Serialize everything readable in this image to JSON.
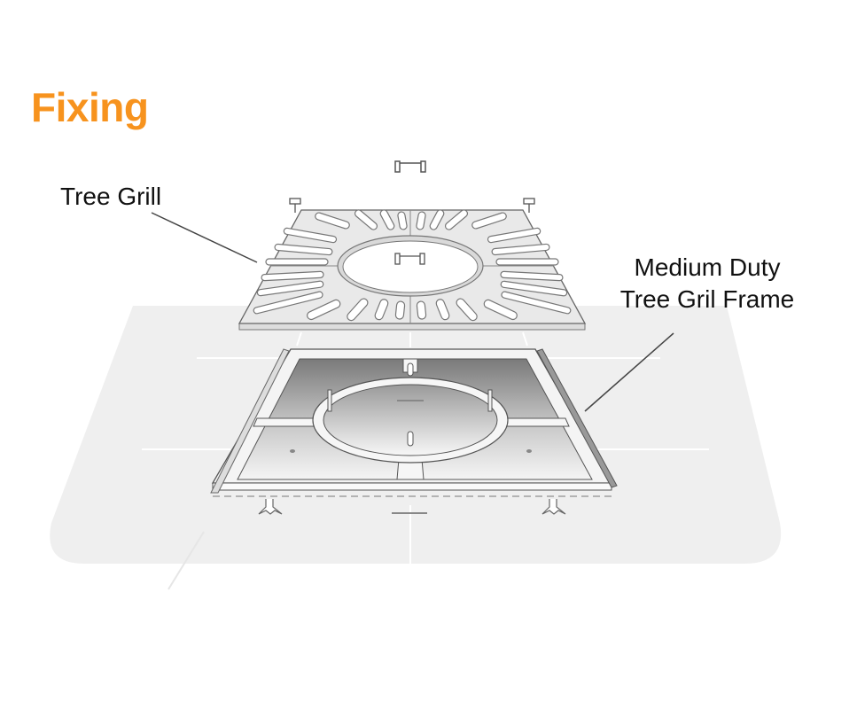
{
  "title": "Fixing",
  "labels": {
    "tree_grill": "Tree Grill",
    "frame_line1": "Medium Duty",
    "frame_line2": "Tree Gril Frame"
  },
  "colors": {
    "title": "#f7931e",
    "ground": "#efefef",
    "text": "#111111"
  }
}
